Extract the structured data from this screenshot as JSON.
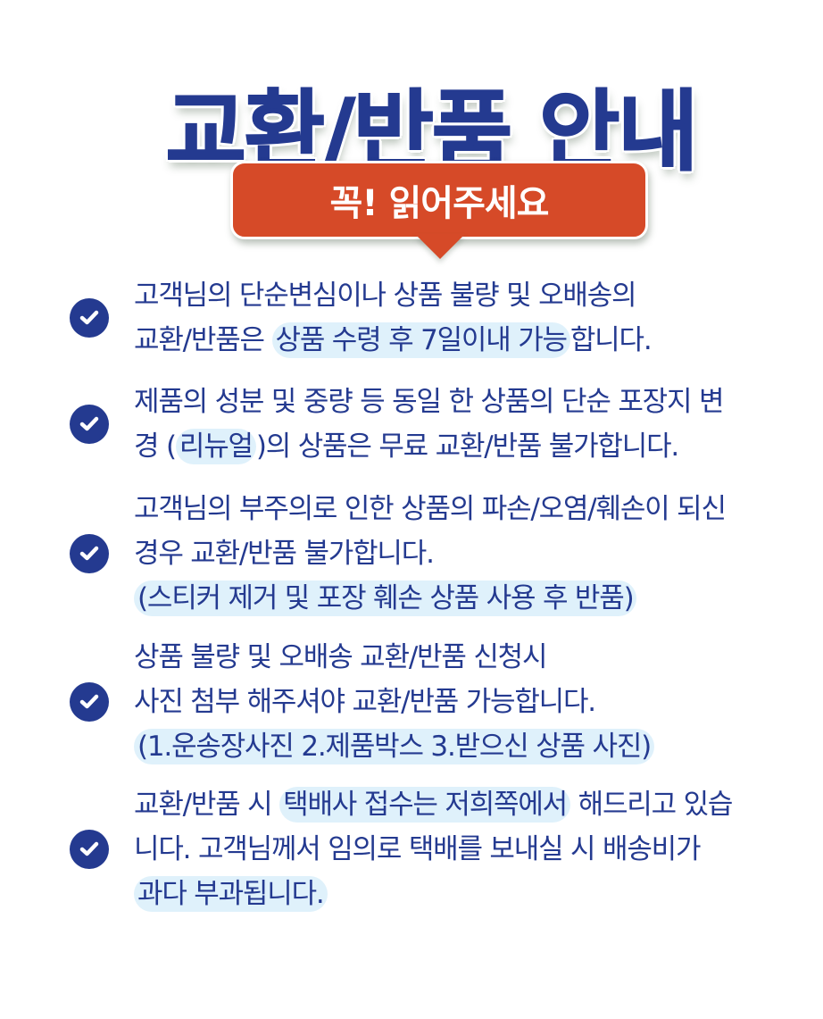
{
  "title": "교환/반품 안내",
  "banner": {
    "label": "꼭! 읽어주세요",
    "color": "#d64a28"
  },
  "colors": {
    "text": "#243a90",
    "highlight": "#dff1fb",
    "icon": "#243a90"
  },
  "items": [
    {
      "icon": "check-circle-icon",
      "lines": [
        {
          "before": "고객님의 단순변심이나 상품 불량 및 오배송의",
          "highlight": "",
          "after": ""
        },
        {
          "before": "교환/반품은",
          "highlight": "상품 수령 후 7일이내 가능",
          "after": "합니다."
        }
      ]
    },
    {
      "icon": "check-circle-icon",
      "lines": [
        {
          "before": "제품의 성분 및 중량 등 동일 한 상품의 단순 포장지 변",
          "highlight": "",
          "after": ""
        },
        {
          "before": "경 (",
          "highlight": "리뉴얼",
          "after": ")의 상품은 무료 교환/반품 불가합니다."
        }
      ]
    },
    {
      "icon": "check-circle-icon",
      "lines": [
        {
          "before": "고객님의 부주의로 인한 상품의 파손/오염/훼손이 되신",
          "highlight": "",
          "after": ""
        },
        {
          "before": "경우 교환/반품 불가합니다.",
          "highlight": "",
          "after": ""
        },
        {
          "before": "",
          "highlight": "(스티커 제거 및 포장 훼손 상품 사용 후 반품)",
          "after": ""
        }
      ]
    },
    {
      "icon": "check-circle-icon",
      "lines": [
        {
          "before": "상품 불량 및 오배송 교환/반품 신청시",
          "highlight": "",
          "after": ""
        },
        {
          "before": "사진 첨부 해주셔야 교환/반품 가능합니다.",
          "highlight": "",
          "after": ""
        },
        {
          "before": "",
          "highlight": "(1.운송장사진 2.제품박스 3.받으신 상품 사진)",
          "after": ""
        }
      ]
    },
    {
      "icon": "check-circle-icon",
      "lines": [
        {
          "before": "교환/반품 시",
          "highlight": "택배사 접수는 저희쪽에서",
          "after": "해드리고 있습"
        },
        {
          "before": "니다. 고객님께서 임의로 택배를 보내실 시 배송비가",
          "highlight": "",
          "after": ""
        },
        {
          "before": "",
          "highlight": "과다 부과됩니다.",
          "after": ""
        }
      ]
    }
  ]
}
